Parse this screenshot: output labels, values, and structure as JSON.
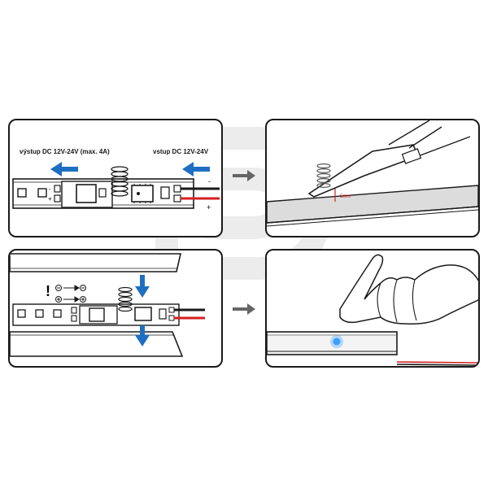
{
  "panels": {
    "wiring": {
      "output_label": "výstup DC 12V-24V (max. 4A)",
      "input_label": "vstup DC 12V-24V",
      "minus_sign": "-",
      "plus_sign": "+",
      "minus_sign_left": "-",
      "plus_sign_left": "+"
    },
    "sensor_distance": {
      "distance_label": "5mm"
    },
    "assembly": {
      "warning_mark": "!"
    },
    "touch": {}
  },
  "colors": {
    "outline": "#1a1a1a",
    "arrow_blue": "#1e6fc2",
    "wire_red": "#d42020",
    "gray_arrow": "#666666",
    "led_glow": "#3aa0ff",
    "watermark": "#ececec"
  },
  "icons": [
    "left-arrow-icon",
    "down-arrow-icon",
    "right-arrow-icon",
    "spring-sensor-icon",
    "hand-icon",
    "finger-icon"
  ]
}
